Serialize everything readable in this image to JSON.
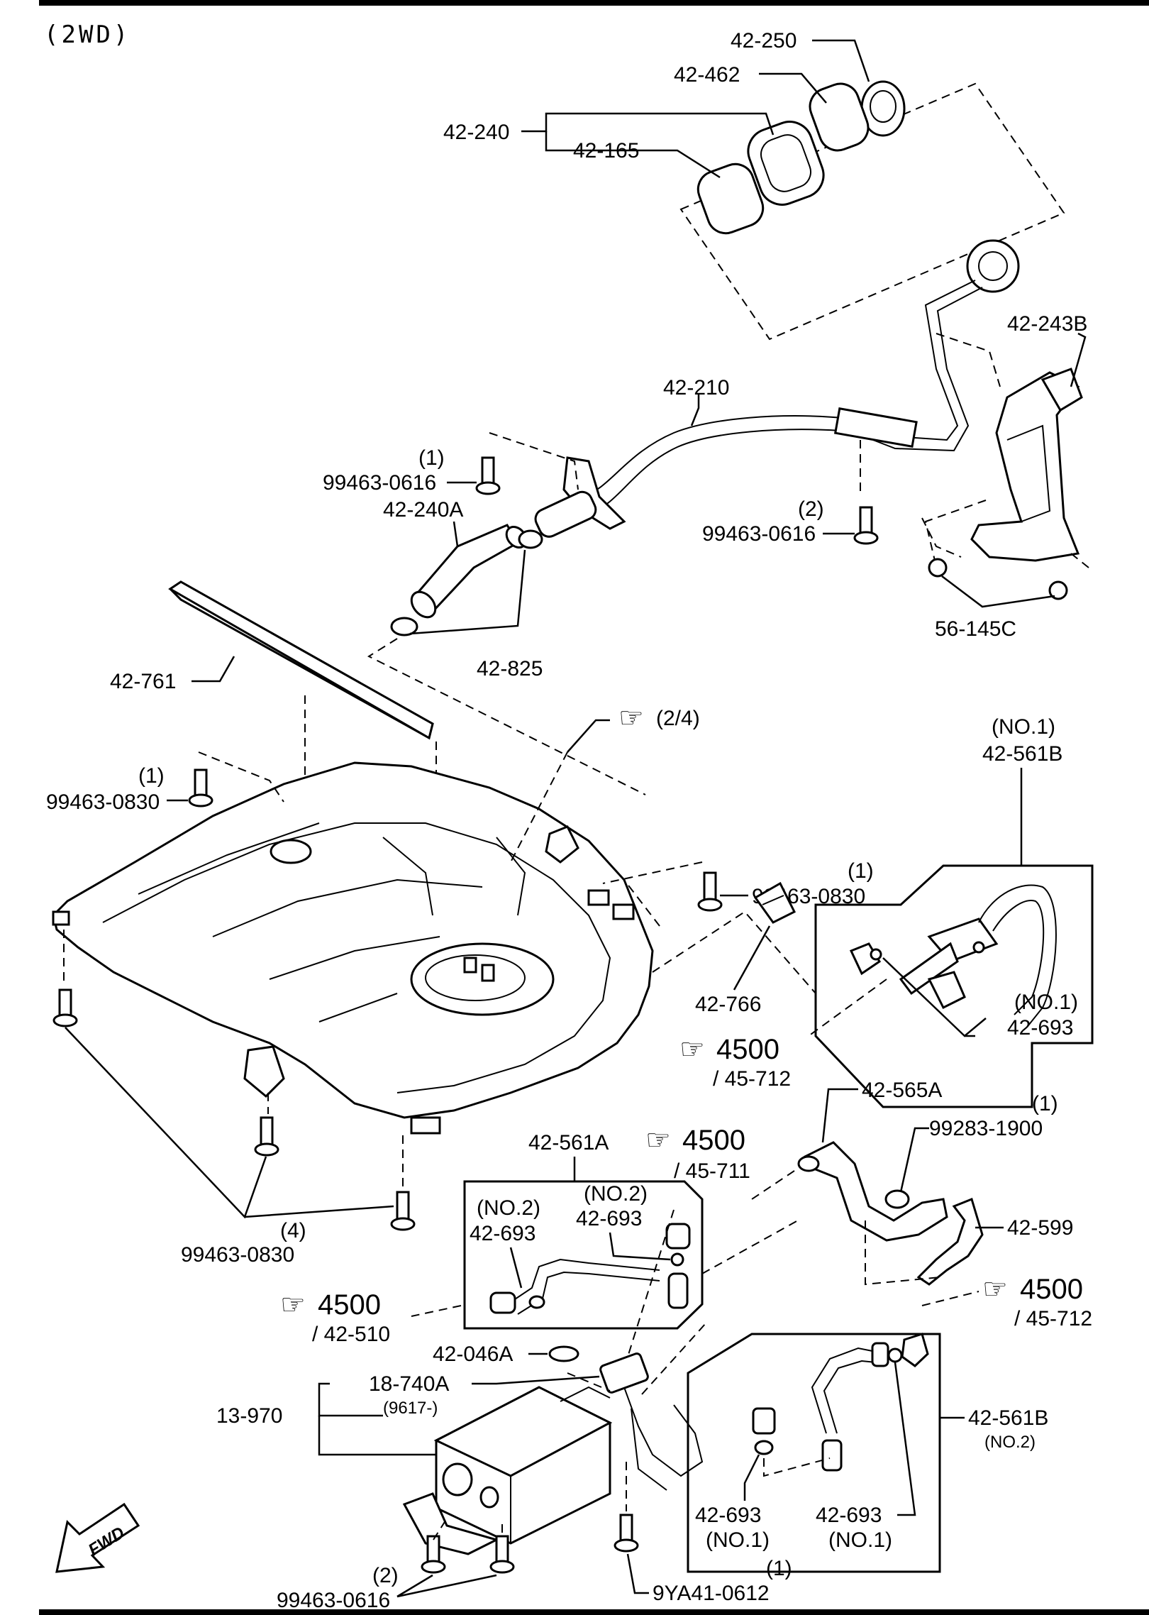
{
  "header": {
    "variant": "(2WD)"
  },
  "callouts": {
    "p42_250": "42-250",
    "p42_462": "42-462",
    "p42_240": "42-240",
    "p42_165": "42-165",
    "p42_243B": "42-243B",
    "p42_210": "42-210",
    "q1a": "(1)",
    "p99463_0616_a": "99463-0616",
    "p42_240A": "42-240A",
    "q2a": "(2)",
    "p99463_0616_b": "99463-0616",
    "p56_145C": "56-145C",
    "p42_825": "42-825",
    "p42_761": "42-761",
    "ref_2_4": "(2/4)",
    "no1a": "(NO.1)",
    "p42_561B_a": "42-561B",
    "q1b": "(1)",
    "p99463_0830_a": "99463-0830",
    "q1c": "(1)",
    "p99463_0830_b": "99463-0830",
    "p42_766": "42-766",
    "no1b": "(NO.1)",
    "p42_693_a": "42-693",
    "ref4500_a": "4500",
    "ref45_712_a": "/ 45-712",
    "p42_565A": "42-565A",
    "q1d": "(1)",
    "p99283_1900": "99283-1900",
    "p42_561A": "42-561A",
    "ref4500_b": "4500",
    "ref45_711": "/ 45-711",
    "no2a": "(NO.2)",
    "p42_693_b": "42-693",
    "no2b": "(NO.2)",
    "p42_693_c": "42-693",
    "p42_599": "42-599",
    "q4": "(4)",
    "p99463_0830_c": "99463-0830",
    "ref4500_c": "4500",
    "ref45_712_b": "/ 45-712",
    "ref4500_d": "4500",
    "ref42_510": "/ 42-510",
    "p42_046A": "42-046A",
    "p18_740A": "18-740A",
    "p9617": "(9617-)",
    "p13_970": "13-970",
    "p42_561B_b": "42-561B",
    "no2c": "(NO.2)",
    "p42_693_d": "42-693",
    "no1c": "(NO.1)",
    "p42_693_e": "42-693",
    "no1d": "(NO.1)",
    "fwd": "FWD",
    "q1e": "(1)",
    "p9YA41_0612": "9YA41-0612",
    "q2b": "(2)",
    "p99463_0616_c": "99463-0616"
  }
}
